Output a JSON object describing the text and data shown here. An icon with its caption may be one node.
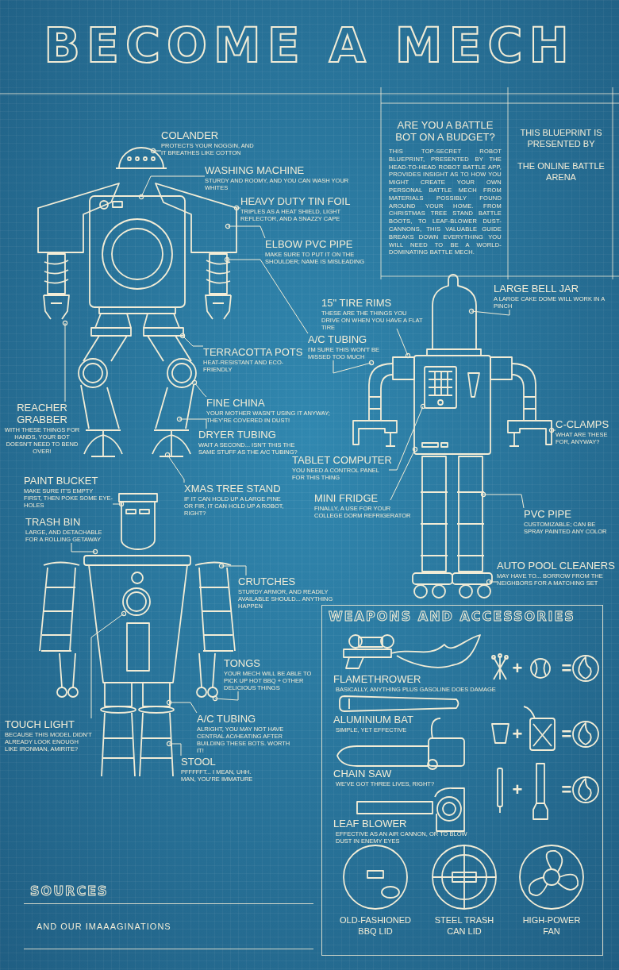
{
  "diagram": {
    "title": "BECOME A MECH",
    "nodes": [
      {
        "text": [
          "COLANDER",
          "PROTECTS YOUR NOGGIN, AND IT BREATHES LIKE COTTON"
        ]
      },
      {
        "text": [
          "WASHING MACHINE",
          "STURDY AND ROOMY, AND YOU CAN WASH YOUR WHITES"
        ]
      },
      {
        "text": [
          "HEAVY DUTY TIN FOIL",
          "TRIPLES AS A HEAT SHIELD, LIGHT REFLECTOR, AND A SNAZZY CAPE"
        ]
      },
      {
        "text": [
          "ELBOW PVC PIPE",
          "MAKE SURE TO PUT IT ON THE SHOULDER; NAME IS MISLEADING"
        ]
      },
      {
        "text": [
          "TERRACOTTA POTS",
          "HEAT-RESISTANT AND ECO-FRIENDLY"
        ]
      },
      {
        "text": [
          "REACHER GRABBER",
          "WITH THESE THINGS FOR HANDS, YOUR BOT DOESN'T NEED TO BEND OVER!"
        ]
      },
      {
        "text": [
          "FINE CHINA",
          "YOUR MOTHER WASN'T USING IT ANYWAY; THEY'RE COVERED IN DUST!"
        ]
      },
      {
        "text": [
          "DRYER TUBING",
          "WAIT A SECOND... ISN'T THIS THE SAME STUFF AS THE A/C TUBING?"
        ]
      },
      {
        "text": [
          "XMAS TREE STAND",
          "IF IT CAN HOLD UP A LARGE PINE OR FIR, IT CAN HOLD UP A ROBOT, RIGHT?"
        ]
      },
      {
        "text": [
          "LARGE BELL JAR",
          "A LARGE CAKE DOME WILL WORK IN A PINCH"
        ]
      },
      {
        "text": [
          "15\" TIRE RIMS",
          "THESE ARE THE THINGS YOU DRIVE ON WHEN YOU HAVE A FLAT TIRE"
        ]
      },
      {
        "text": [
          "A/C TUBING",
          "I'M SURE THIS WON'T BE MISSED TOO MUCH"
        ]
      },
      {
        "text": [
          "C-CLAMPS",
          "WHAT ARE THESE FOR, ANYWAY?"
        ]
      },
      {
        "text": [
          "TABLET COMPUTER",
          "YOU NEED A CONTROL PANEL FOR THIS THING"
        ]
      },
      {
        "text": [
          "MINI FRIDGE",
          "FINALLY, A USE FOR YOUR COLLEGE DORM REFRIGERATOR"
        ]
      },
      {
        "text": [
          "PVC PIPE",
          "CUSTOMIZABLE; CAN BE SPRAY PAINTED ANY COLOR"
        ]
      },
      {
        "text": [
          "AUTO POOL CLEANERS",
          "MAY HAVE TO... BORROW FROM THE NEIGHBORS FOR A MATCHING SET"
        ]
      },
      {
        "text": [
          "PAINT BUCKET",
          "MAKE SURE IT'S EMPTY FIRST, THEN POKE SOME EYE-HOLES"
        ]
      },
      {
        "text": [
          "TRASH BIN",
          "LARGE, AND DETACHABLE FOR A ROLLING GETAWAY"
        ]
      },
      {
        "text": [
          "CRUTCHES",
          "STURDY ARMOR, AND READILY AVAILABLE SHOULD... ANYTHING HAPPEN"
        ]
      },
      {
        "text": [
          "TONGS",
          "YOUR MECH WILL BE ABLE TO PICK UP HOT BBQ + OTHER DELICIOUS THINGS"
        ]
      },
      {
        "text": [
          "TOUCH LIGHT",
          "BECAUSE THIS MODEL DIDN'T ALREADY LOOK ENOUGH LIKE IRONMAN, AMIRITE?"
        ]
      },
      {
        "text": [
          "A/C TUBING",
          "ALRIGHT, YOU MAY NOT HAVE CENTRAL AC/HEATING AFTER BUILDING THESE BOTS. WORTH IT!"
        ]
      },
      {
        "text": [
          "STOOL",
          "PFFFFFT... I MEAN, UHH. MAN, YOU'RE IMMATURE"
        ]
      },
      {
        "text": [
          "ARE YOU A BATTLE BOT ON A BUDGET?",
          "THIS TOP-SECRET ROBOT BLUEPRINT, PRESENTED BY THE HEAD-TO-HEAD ROBOT BATTLE APP, PROVIDES INSIGHT AS TO HOW YOU MIGHT CREATE YOUR OWN PERSONAL BATTLE MECH FROM MATERIALS POSSIBLY FOUND AROUND YOUR HOME. FROM CHRISTMAS TREE STAND BATTLE BOOTS, TO LEAF-BLOWER DUST-CANNONS, THIS VALUABLE GUIDE BREAKS DOWN EVERYTHING YOU WILL NEED TO BE A WORLD-DOMINATING BATTLE MECH."
        ]
      },
      {
        "text": [
          "THIS BLUEPRINT IS PRESENTED BY",
          "THE ONLINE BATTLE ARENA"
        ]
      },
      {
        "text": [
          "WEAPONS AND ACCESSORIES"
        ]
      },
      {
        "text": [
          "SOURCES",
          "AND OUR IMAAAGINATIONS"
        ]
      },
      {
        "text": [],
        "shape": "picture"
      },
      {
        "text": [],
        "shape": "picture"
      },
      {
        "text": [],
        "shape": "picture"
      }
    ],
    "edges": [
      {
        "from": 0,
        "to": 28,
        "arrow": "other"
      },
      {
        "from": 1,
        "to": 28,
        "arrow": "other"
      },
      {
        "from": 2,
        "to": 28,
        "arrow": "other"
      },
      {
        "from": 3,
        "to": 28,
        "arrow": "other"
      },
      {
        "from": 4,
        "to": 28,
        "arrow": "other"
      },
      {
        "from": 5,
        "to": 28,
        "arrow": "other"
      },
      {
        "from": 6,
        "to": 28,
        "arrow": "other"
      },
      {
        "from": 7,
        "to": 28,
        "arrow": "other"
      },
      {
        "from": 8,
        "to": 28,
        "arrow": "other"
      },
      {
        "from": 9,
        "to": 29,
        "arrow": "other"
      },
      {
        "from": 10,
        "to": 29,
        "arrow": "other"
      },
      {
        "from": 11,
        "to": 28,
        "arrow": "other"
      },
      {
        "from": 11,
        "to": 29,
        "arrow": "other"
      },
      {
        "from": 12,
        "to": 29,
        "arrow": "other"
      },
      {
        "from": 13,
        "to": 29,
        "arrow": "other"
      },
      {
        "from": 14,
        "to": 29,
        "arrow": "other"
      },
      {
        "from": 15,
        "to": 29,
        "arrow": "other"
      },
      {
        "from": 16,
        "to": 29,
        "arrow": "other"
      },
      {
        "from": 17,
        "to": 30,
        "arrow": "other"
      },
      {
        "from": 18,
        "to": 30,
        "arrow": "other"
      },
      {
        "from": 19,
        "to": 30,
        "arrow": "other"
      },
      {
        "from": 20,
        "to": 30,
        "arrow": "other"
      },
      {
        "from": 21,
        "to": 30,
        "arrow": "other"
      },
      {
        "from": 22,
        "to": 30,
        "arrow": "other"
      },
      {
        "from": 23,
        "to": 30,
        "arrow": "other"
      }
    ],
    "labels": [
      "FLAMETHROWER",
      "BASICALLY, ANYTHING PLUS GASOLINE DOES DAMAGE",
      "+",
      "=",
      "ALUMINIUM BAT",
      "SIMPLE, YET EFFECTIVE",
      "+",
      "=",
      "CHAIN SAW",
      "WE'VE GOT THREE LIVES, RIGHT?",
      "+",
      "=",
      "LEAF BLOWER",
      "EFFECTIVE AS AN AIR CANNON, OR TO BLOW DUST IN ENEMY EYES",
      "OLD-FASHIONED BBQ LID",
      "STEEL TRASH CAN LID",
      "HIGH-POWER FAN"
    ]
  }
}
